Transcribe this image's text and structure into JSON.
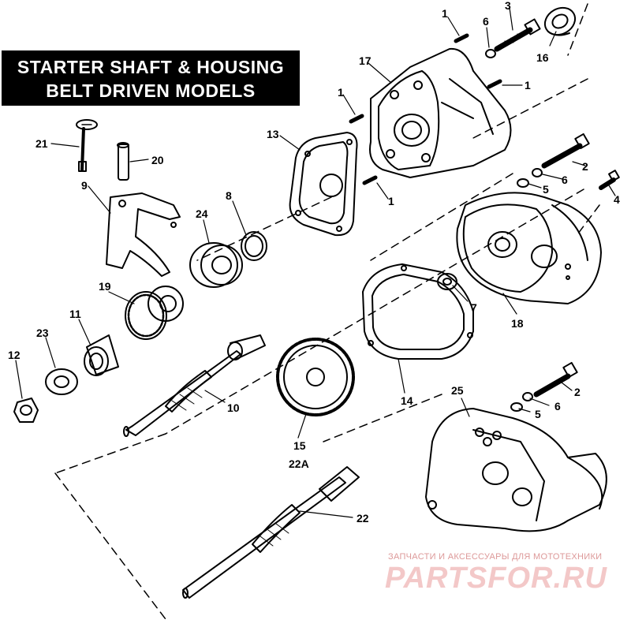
{
  "title": {
    "line1": "STARTER SHAFT & HOUSING",
    "line2": "BELT DRIVEN MODELS"
  },
  "callouts": {
    "c1a": "1",
    "c1b": "1",
    "c1c": "1",
    "c1d": "1",
    "c2a": "2",
    "c2b": "2",
    "c3": "3",
    "c4": "4",
    "c5a": "5",
    "c5b": "5",
    "c6a": "6",
    "c6b": "6",
    "c6c": "6",
    "c7": "7",
    "c8": "8",
    "c9": "9",
    "c10": "10",
    "c11": "11",
    "c12": "12",
    "c13": "13",
    "c14": "14",
    "c15": "15",
    "c16": "16",
    "c17": "17",
    "c18": "18",
    "c19": "19",
    "c20": "20",
    "c21": "21",
    "c22": "22",
    "c22a": "22A",
    "c23": "23",
    "c24": "24",
    "c25": "25"
  },
  "watermark": {
    "caption": "ЗАПЧАСТИ И АКСЕССУАРЫ ДЛЯ МОТОТЕХНИКИ",
    "logo": "PARTSFOR.RU"
  }
}
